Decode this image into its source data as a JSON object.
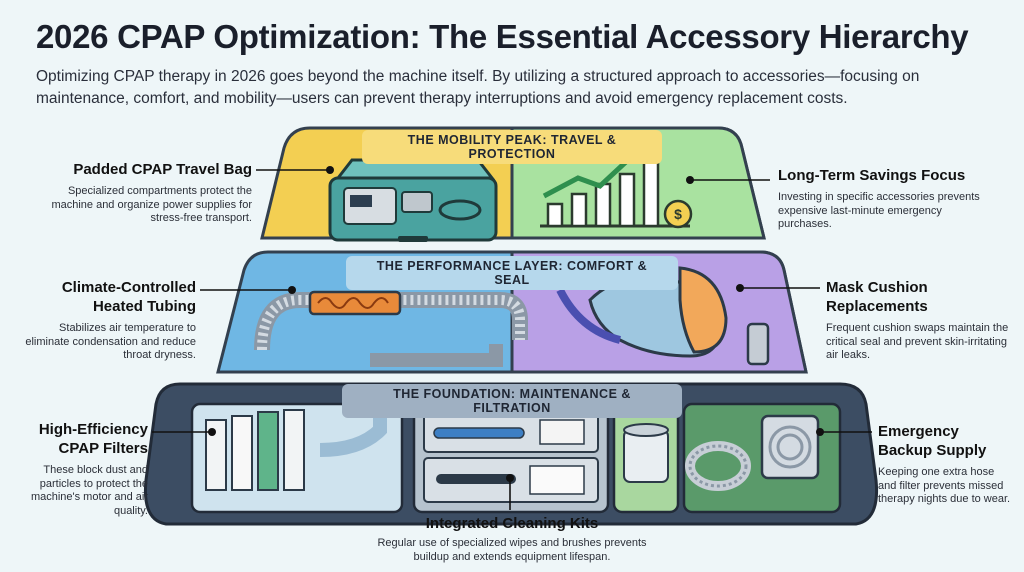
{
  "header": {
    "title": "2026 CPAP Optimization: The Essential Accessory Hierarchy",
    "intro": "Optimizing CPAP therapy in 2026 goes beyond the machine itself. By utilizing a structured approach to accessories—focusing on maintenance, comfort, and mobility—users can prevent therapy interruptions and avoid emergency replacement costs."
  },
  "layers": {
    "top": "THE MOBILITY PEAK: TRAVEL & PROTECTION",
    "middle": "THE PERFORMANCE LAYER: COMFORT & SEAL",
    "bottom": "THE FOUNDATION: MAINTENANCE & FILTRATION"
  },
  "callouts": {
    "travel_bag": {
      "title": "Padded CPAP Travel Bag",
      "text": "Specialized compartments protect the machine and organize power supplies for stress-free transport."
    },
    "savings": {
      "title": "Long-Term Savings Focus",
      "text": "Investing in specific accessories prevents expensive last-minute emergency purchases."
    },
    "tubing": {
      "title": "Climate-Controlled Heated Tubing",
      "text": "Stabilizes air temperature to eliminate condensation and reduce throat dryness."
    },
    "cushion": {
      "title": "Mask Cushion Replacements",
      "text": "Frequent cushion swaps maintain the critical seal and prevent skin-irritating air leaks."
    },
    "filters": {
      "title": "High-Efficiency CPAP Filters",
      "text": "These block dust and particles to protect the machine's motor and air quality."
    },
    "backup": {
      "title": "Emergency Backup Supply",
      "text": "Keeping one extra hose and filter prevents missed therapy nights due to wear."
    },
    "cleaning": {
      "title": "Integrated Cleaning Kits",
      "text": "Regular use of specialized wipes and brushes prevents buildup and extends equipment lifespan."
    }
  },
  "colors": {
    "top_left": "#f3cf52",
    "top_right": "#a9e2a0",
    "middle_left": "#6fb7e4",
    "middle_right": "#b9a0e6",
    "bottom": "#3c4d63",
    "accent_green": "#2f8f4e"
  }
}
